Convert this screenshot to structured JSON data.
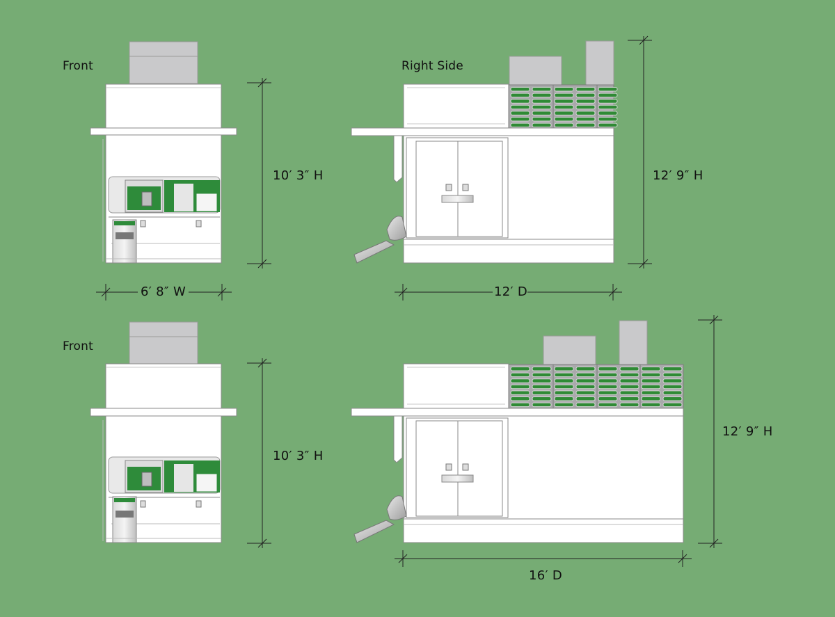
{
  "views": [
    {
      "title": "Front",
      "height": "10′ 3″ H",
      "width": "6′ 8″ W"
    },
    {
      "title": "Right Side",
      "height": "12′ 9″ H",
      "depth": "12′ D"
    },
    {
      "title": "Front",
      "height": "10′ 3″ H"
    },
    {
      "title": "",
      "height": "12′ 9″ H",
      "depth": "16′ D"
    }
  ],
  "colors": {
    "background": "#76ac74",
    "body": "#ffffff",
    "outline": "#8a8a8a",
    "rack": "#a9a9ab",
    "vent": "#2f8a35",
    "rooftop_unit": "#c9c9cb",
    "kiosk_panel": "#2e8b3a"
  },
  "icons": [
    "ice-machine-front",
    "ice-bagger-chute",
    "door-handles",
    "rooftop-condenser"
  ]
}
